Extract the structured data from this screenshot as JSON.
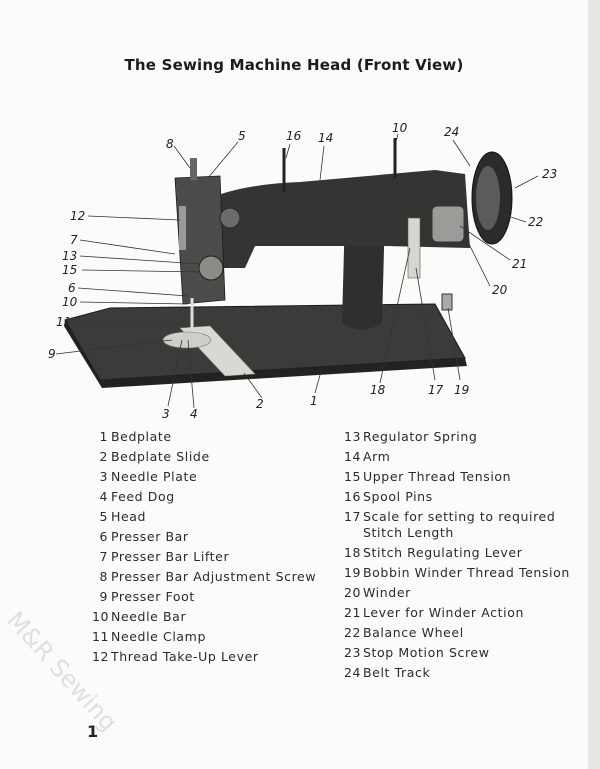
{
  "title": "The Sewing Machine Head (Front View)",
  "figure": {
    "callouts": [
      "8",
      "5",
      "16",
      "14",
      "10",
      "24",
      "23",
      "12",
      "7",
      "13",
      "15",
      "6",
      "10",
      "11",
      "9",
      "22",
      "21",
      "20",
      "3",
      "4",
      "2",
      "1",
      "18",
      "17",
      "19"
    ]
  },
  "legend_left": [
    {
      "num": "1",
      "label": "Bedplate"
    },
    {
      "num": "2",
      "label": "Bedplate Slide"
    },
    {
      "num": "3",
      "label": "Needle Plate"
    },
    {
      "num": "4",
      "label": "Feed Dog"
    },
    {
      "num": "5",
      "label": "Head"
    },
    {
      "num": "6",
      "label": "Presser Bar"
    },
    {
      "num": "7",
      "label": "Presser Bar Lifter"
    },
    {
      "num": "8",
      "label": "Presser Bar Adjustment Screw"
    },
    {
      "num": "9",
      "label": "Presser Foot"
    },
    {
      "num": "10",
      "label": "Needle Bar"
    },
    {
      "num": "11",
      "label": "Needle Clamp"
    },
    {
      "num": "12",
      "label": "Thread Take-Up Lever"
    }
  ],
  "legend_right": [
    {
      "num": "13",
      "label": "Regulator Spring"
    },
    {
      "num": "14",
      "label": "Arm"
    },
    {
      "num": "15",
      "label": "Upper Thread Tension"
    },
    {
      "num": "16",
      "label": "Spool Pins"
    },
    {
      "num": "17",
      "label": "Scale for setting to required Stitch Length"
    },
    {
      "num": "18",
      "label": "Stitch Regulating Lever"
    },
    {
      "num": "19",
      "label": "Bobbin Winder Thread Tension"
    },
    {
      "num": "20",
      "label": "Winder"
    },
    {
      "num": "21",
      "label": "Lever for Winder Action"
    },
    {
      "num": "22",
      "label": "Balance Wheel"
    },
    {
      "num": "23",
      "label": "Stop Motion Screw"
    },
    {
      "num": "24",
      "label": "Belt Track"
    }
  ],
  "page_number": "1",
  "watermark": "M&R Sewing"
}
